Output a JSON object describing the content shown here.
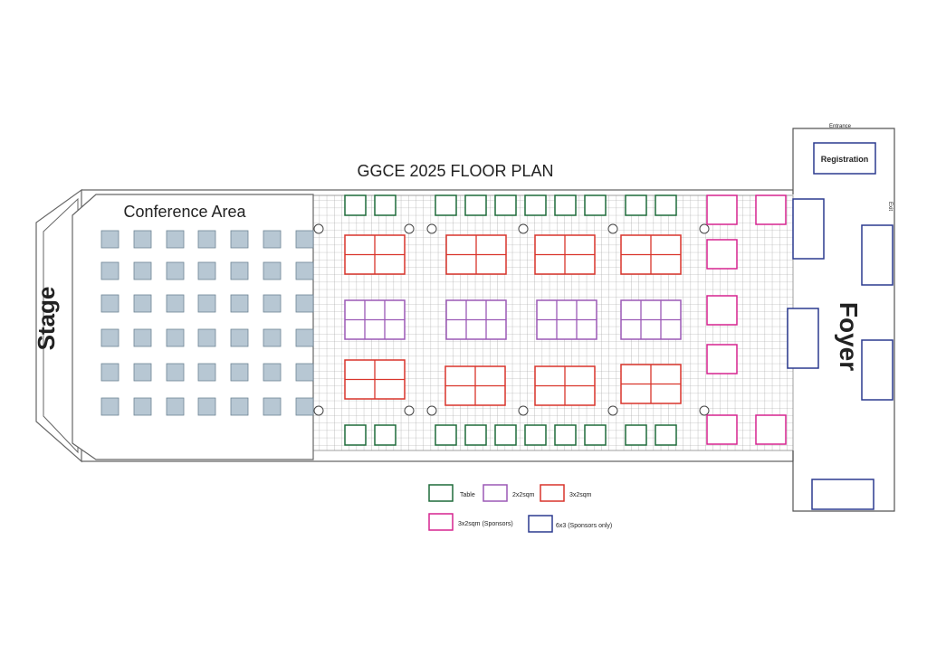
{
  "title": "GGCE 2025 FLOOR PLAN",
  "labels": {
    "conference": "Conference Area",
    "stage": "Stage",
    "foyer": "Foyer",
    "registration": "Registration",
    "entrance": "Entrance",
    "exit": "Exit"
  },
  "legend": [
    {
      "label": "Table",
      "color": "#1e6b3a"
    },
    {
      "label": "2x2sqm",
      "color": "#9b59b6"
    },
    {
      "label": "3x2sqm",
      "color": "#d9342b"
    },
    {
      "label": "3x2sqm (Sponsors)",
      "color": "#d6248f"
    },
    {
      "label": "6x3 (Sponsors only)",
      "color": "#2b3a8f"
    }
  ],
  "colors": {
    "table": "#1e6b3a",
    "booth2x2": "#9b59b6",
    "booth3x2": "#d9342b",
    "sponsor": "#d6248f",
    "sponsorOnly": "#2b3a8f",
    "seat": "#b7c7d3",
    "wall": "#555555",
    "grid": "#999999"
  }
}
